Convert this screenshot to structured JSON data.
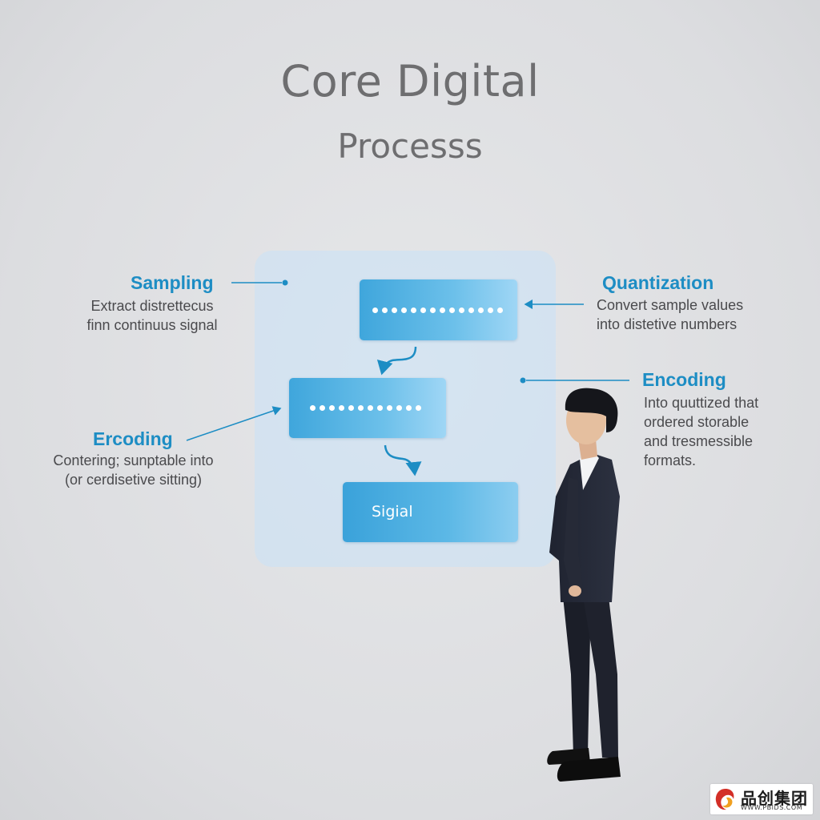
{
  "title": {
    "line1": "Core Digital",
    "line2": "Processs"
  },
  "left_annotations": [
    {
      "heading": "Sampling",
      "lines": [
        "Extract distrettecus",
        "finn continuus signal"
      ]
    },
    {
      "heading": "Ercoding",
      "lines": [
        "Contering; sunptable into",
        "(or cerdisetive sitting)"
      ]
    }
  ],
  "right_annotations": [
    {
      "heading": "Quantization",
      "lines": [
        "Convert sample values",
        "into distetive numbers"
      ]
    },
    {
      "heading": "Encoding",
      "lines": [
        "Into quuttized that",
        "ordered storable",
        "and tresmessible",
        "formats."
      ]
    }
  ],
  "flow_boxes": [
    {
      "label": "",
      "dot_count": 14
    },
    {
      "label": "",
      "dot_count": 12
    },
    {
      "label": "Sigіal"
    }
  ],
  "logo": {
    "text": "品创集团",
    "subtext": "WWW.PBIDS.COM"
  },
  "colors": {
    "background": "#dedfe2",
    "title": "#6e6e70",
    "accent": "#1d8dc4",
    "panel": "#c8e1f8",
    "box": "#4aaee0"
  }
}
